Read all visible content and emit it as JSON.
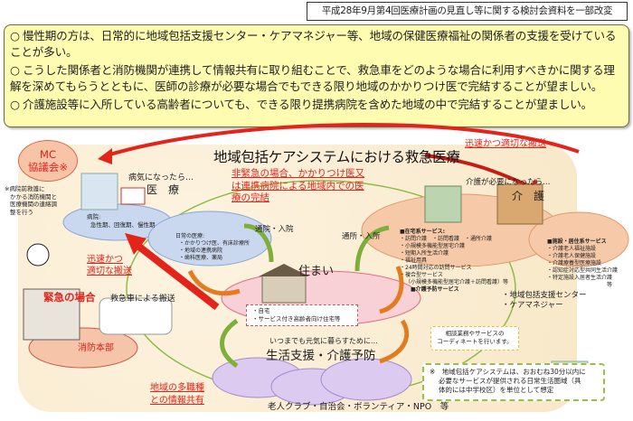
{
  "header": {
    "source_note": "平成28年9月第4回医療計画の見直し等に関する検討会資料を一部改変"
  },
  "summary": {
    "items": [
      {
        "bullet": "○",
        "text": "慢性期の方は、日常的に地域包括支援センター・ケアマネジャー等、地域の保健医療福祉の関係者の支援を受けていることが多い。"
      },
      {
        "bullet": "○",
        "text": "こうした関係者と消防機関が連携して情報共有に取り組むことで、救急車をどのような場合に利用すべきかに関する理解を深めてもらうとともに、医師の診療が必要な場合でもできる限り地域のかかりつけ医で完結することが望ましい。"
      },
      {
        "bullet": "○",
        "text": "介護施設等に入所している高齢者についても、できる限り提携病院を含めた地域の中で完結することが望ましい。"
      }
    ]
  },
  "diagram": {
    "title": "地域包括ケアシステムにおける救急医療",
    "mc_council": {
      "line1": "MC",
      "line2": "協議会※"
    },
    "mc_note": [
      "※病院前救護に",
      "かかる消防機関と",
      "医療機関の連絡調",
      "整を行う"
    ],
    "medical": {
      "lead": "病気になったら…",
      "heading": "医　療",
      "hospital_label": "病院:",
      "hospital_types": "急性期、回復期、慢性期",
      "daily_label": "日常の医療:",
      "daily_items": [
        "・かかりつけ医、有床診療所",
        "・地域の連携病院",
        "・歯科医療、薬局"
      ]
    },
    "non_emergency_note": [
      "非緊急の場合、かかりつけ医又",
      "は連携病院による地域内での医",
      "療の完結"
    ],
    "rapid_transport_top": "迅速かつ適切な搬送",
    "rapid_transport_left": [
      "迅速かつ",
      "適切な搬送"
    ],
    "outpatient_hospital": "通院・入院",
    "outpatient_facility": "通所・入所",
    "emergency": {
      "label": "緊急の場合",
      "ambulance_transport": "救急車による搬送"
    },
    "fire_dept": "消防本部",
    "housing": {
      "heading": "住まい",
      "items": [
        "・自宅",
        "・サービス付き高齢者向け住宅等"
      ]
    },
    "care": {
      "lead": "介護が必要になったら…",
      "heading": "介　護",
      "home_services_title": "■在宅系サービス:",
      "home_services": [
        "・訪問介護　・訪問看護　・通所介護",
        "・小規模多機能型居宅介護",
        "・短期入所生活介護",
        "・福祉用具",
        "・24時間対応の訪問サービス",
        "・複合型サービス",
        "（小規模多機能型居宅介護＋訪問看護）等"
      ],
      "prevention_services": "■介護予防サービス",
      "facility_services_title": "■施設・居住系サービス",
      "facility_services": [
        "・介護老人福祉施設",
        "・介護老人保健施設",
        "・介護療養型医療施設",
        "・認知症対応型共同生活介護",
        "・特定施設入居者生活介護"
      ],
      "facility_services_etc": "等"
    },
    "support_center": [
      "・地域包括支援センター",
      "・ケアマネジャー"
    ],
    "coordinator_note": [
      "相談業務やサービスの",
      "コーディネートを行います。"
    ],
    "living_support": {
      "lead": "いつまでも元気に暮らすために…",
      "heading": "生活支援・介護予防",
      "groups": "老人クラブ・自治会・ボランティア・NPO　等"
    },
    "info_sharing": [
      "地域の多職種",
      "との情報共有"
    ],
    "area_note": [
      "※　地域包括ケアシステムは、おおむね30分以内に",
      "必要なサービスが提供される日常生活圏域（具",
      "体的には中学校区）を単位として想定"
    ]
  },
  "colors": {
    "accent_red": "#e3241b",
    "summary_bg": "#fefcb0",
    "panel_bg": "#fbeed4",
    "arrow_green": "#7fae3a",
    "arrow_orange": "#e37c1f"
  }
}
